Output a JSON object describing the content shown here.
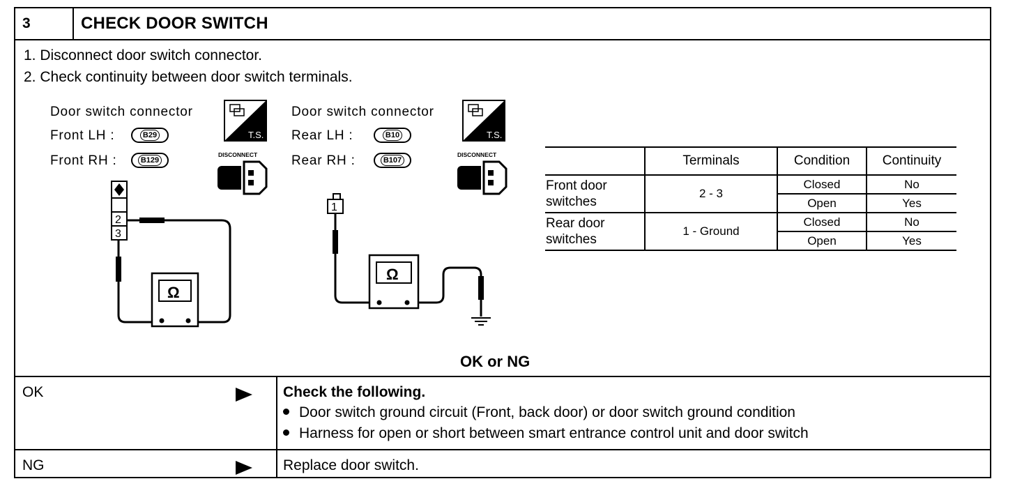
{
  "header": {
    "step_number": "3",
    "title": "CHECK DOOR SWITCH"
  },
  "instructions": [
    "1.  Disconnect door switch connector.",
    "2.  Check continuity between door switch terminals."
  ],
  "left_diagram": {
    "title": "Door switch connector",
    "rows": [
      {
        "label": "Front LH  :",
        "connector": "B29"
      },
      {
        "label": "Front RH  :",
        "connector": "B129"
      }
    ],
    "icon_label_ts": "T.S.",
    "icon_label_disconnect": "DISCONNECT",
    "pins": [
      "2",
      "3"
    ],
    "meter_symbol": "Ω"
  },
  "right_diagram": {
    "title": "Door switch connector",
    "rows": [
      {
        "label": "Rear  LH  :",
        "connector": "B10"
      },
      {
        "label": "Rear  RH  :",
        "connector": "B107"
      }
    ],
    "icon_label_ts": "T.S.",
    "icon_label_disconnect": "DISCONNECT",
    "pins": [
      "1"
    ],
    "meter_symbol": "Ω"
  },
  "spec_table": {
    "headers": [
      "",
      "Terminals",
      "Condition",
      "Continuity"
    ],
    "groups": [
      {
        "name_line1": "Front door",
        "name_line2": "switches",
        "terminals": "2 - 3",
        "rows": [
          {
            "condition": "Closed",
            "continuity": "No"
          },
          {
            "condition": "Open",
            "continuity": "Yes"
          }
        ]
      },
      {
        "name_line1": "Rear door",
        "name_line2": "switches",
        "terminals": "1 - Ground",
        "rows": [
          {
            "condition": "Closed",
            "continuity": "No"
          },
          {
            "condition": "Open",
            "continuity": "Yes"
          }
        ]
      }
    ]
  },
  "decision": "OK or NG",
  "results": {
    "ok": {
      "label": "OK",
      "title": "Check the following.",
      "items": [
        "Door switch ground circuit (Front, back door) or door switch ground condition",
        "Harness for open or short between smart entrance control unit and door switch"
      ]
    },
    "ng": {
      "label": "NG",
      "text": "Replace door switch."
    }
  }
}
